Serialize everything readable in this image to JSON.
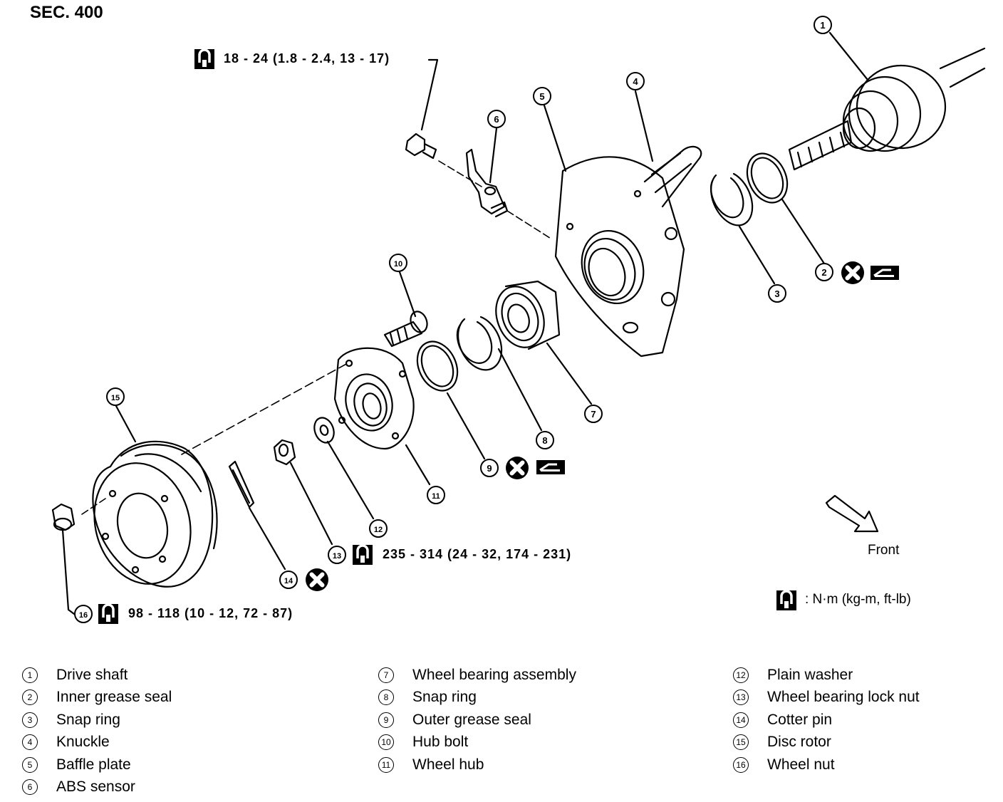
{
  "section": "SEC. 400",
  "torque_specs": {
    "abs_sensor_bolt": "18 - 24 (1.8 - 2.4, 13 - 17)",
    "lock_nut": "235 - 314 (24 - 32, 174 - 231)",
    "wheel_nut": "98 - 118 (10 - 12, 72 - 87)"
  },
  "front_label": "Front",
  "unit_note": ": N·m (kg-m, ft-lb)",
  "callouts": [
    "1",
    "2",
    "3",
    "4",
    "5",
    "6",
    "7",
    "8",
    "9",
    "10",
    "11",
    "12",
    "13",
    "14",
    "15",
    "16"
  ],
  "legend": {
    "col1": [
      {
        "num": "1",
        "label": "Drive shaft"
      },
      {
        "num": "2",
        "label": "Inner grease seal"
      },
      {
        "num": "3",
        "label": "Snap ring"
      },
      {
        "num": "4",
        "label": "Knuckle"
      },
      {
        "num": "5",
        "label": "Baffle plate"
      },
      {
        "num": "6",
        "label": "ABS sensor"
      }
    ],
    "col2": [
      {
        "num": "7",
        "label": "Wheel bearing assembly"
      },
      {
        "num": "8",
        "label": "Snap ring"
      },
      {
        "num": "9",
        "label": "Outer grease seal"
      },
      {
        "num": "10",
        "label": "Hub bolt"
      },
      {
        "num": "11",
        "label": "Wheel hub"
      }
    ],
    "col3": [
      {
        "num": "12",
        "label": "Plain washer"
      },
      {
        "num": "13",
        "label": "Wheel bearing lock nut"
      },
      {
        "num": "14",
        "label": "Cotter pin"
      },
      {
        "num": "15",
        "label": "Disc rotor"
      },
      {
        "num": "16",
        "label": "Wheel nut"
      }
    ]
  }
}
